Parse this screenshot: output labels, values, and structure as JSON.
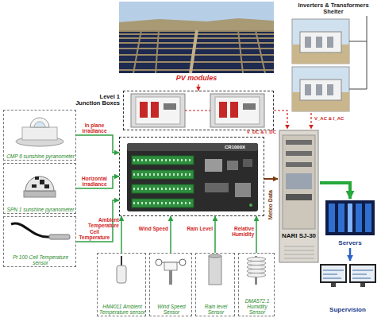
{
  "diagram": {
    "nodes": [
      {
        "text": [
          "PV modules"
        ]
      },
      {
        "text": [
          "Inverters & Transformers Shelter"
        ]
      },
      {
        "text": [
          "Level 1 Junction Boxes"
        ]
      },
      {
        "text": [
          "CR1000X"
        ]
      },
      {
        "text": [
          "CMP 6 sunshine pyranometer"
        ]
      },
      {
        "text": [
          "SPN 1 sunshine pyranometer"
        ]
      },
      {
        "text": [
          "Pt 100 Cell Temperature sensor"
        ]
      },
      {
        "text": [
          "HM4011 Ambient Temperature sensor"
        ]
      },
      {
        "text": [
          "Wind Speed Sensor"
        ]
      },
      {
        "text": [
          "Rain level Sensor"
        ]
      },
      {
        "text": [
          "DMA572.1 Humidity Sensor"
        ]
      },
      {
        "text": [
          "NARI SJ-30"
        ]
      },
      {
        "text": [
          "Servers"
        ]
      },
      {
        "text": [
          "Supervision"
        ]
      }
    ],
    "edges": [
      {
        "from": 0,
        "to": 2,
        "arrow": "to"
      },
      {
        "from": 4,
        "to": 3,
        "label": "In plane irradiance",
        "arrow": "to"
      },
      {
        "from": 5,
        "to": 3,
        "label": "Horizontal irradiance",
        "arrow": "to"
      },
      {
        "from": 6,
        "to": 3,
        "label": "Cell Temperature",
        "arrow": "to"
      },
      {
        "from": 7,
        "to": 3,
        "label": "Ambient Temperature",
        "arrow": "to"
      },
      {
        "from": 8,
        "to": 3,
        "label": "Wind Speed",
        "arrow": "to"
      },
      {
        "from": 9,
        "to": 3,
        "label": "Rain Level",
        "arrow": "to"
      },
      {
        "from": 10,
        "to": 3,
        "label": "Relative Humidity",
        "arrow": "to"
      },
      {
        "from": 3,
        "to": 11,
        "label": "Meteo Data",
        "arrow": "to"
      },
      {
        "from": 2,
        "to": 11,
        "label": "V_DC & I_DC",
        "arrow": "to"
      },
      {
        "from": 1,
        "to": 11,
        "label": "V_AC & I_AC",
        "arrow": "to"
      },
      {
        "from": 11,
        "to": 12,
        "arrow": "to"
      },
      {
        "from": 12,
        "to": 13,
        "arrow": "to"
      }
    ]
  }
}
